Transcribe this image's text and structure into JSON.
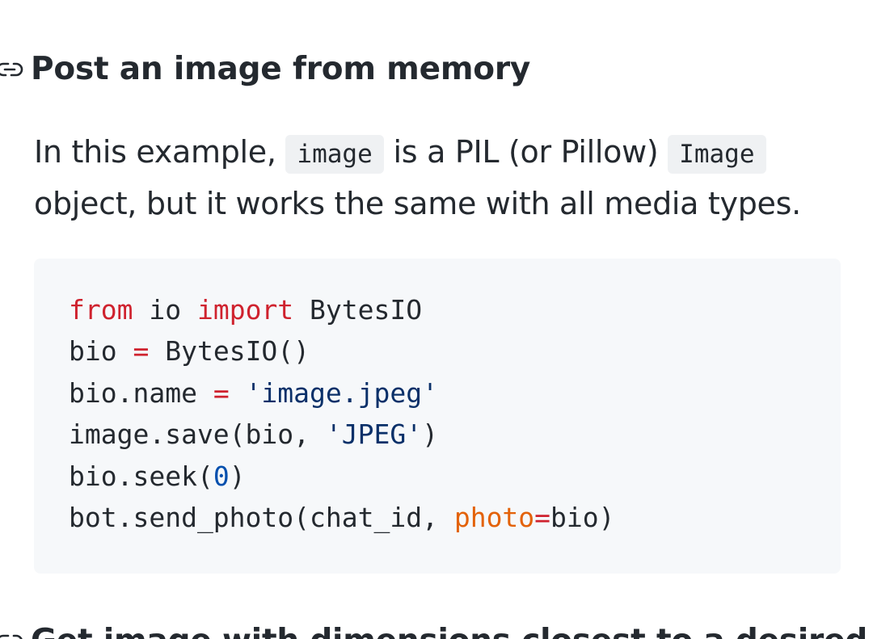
{
  "section": {
    "heading": "Post an image from memory",
    "paragraph": {
      "text_before": "In this example,",
      "code_1": "image",
      "text_middle": "is a PIL (or Pillow)",
      "code_2": "Image",
      "text_after": "object, but it works the same with all media types."
    }
  },
  "code_block": {
    "language": "python",
    "lines": [
      [
        {
          "text": "from",
          "type": "kw"
        },
        {
          "text": " io ",
          "type": "plain"
        },
        {
          "text": "import",
          "type": "kw"
        },
        {
          "text": " BytesIO",
          "type": "plain"
        }
      ],
      [
        {
          "text": "bio ",
          "type": "plain"
        },
        {
          "text": "=",
          "type": "op"
        },
        {
          "text": " BytesIO()",
          "type": "plain"
        }
      ],
      [
        {
          "text": "bio.name ",
          "type": "plain"
        },
        {
          "text": "=",
          "type": "op"
        },
        {
          "text": " ",
          "type": "plain"
        },
        {
          "text": "'image.jpeg'",
          "type": "str"
        }
      ],
      [
        {
          "text": "image.save(bio, ",
          "type": "plain"
        },
        {
          "text": "'JPEG'",
          "type": "str"
        },
        {
          "text": ")",
          "type": "plain"
        }
      ],
      [
        {
          "text": "bio.seek(",
          "type": "plain"
        },
        {
          "text": "0",
          "type": "num"
        },
        {
          "text": ")",
          "type": "plain"
        }
      ],
      [
        {
          "text": "bot.send_photo(chat_id, ",
          "type": "plain"
        },
        {
          "text": "photo",
          "type": "param"
        },
        {
          "text": "=",
          "type": "op"
        },
        {
          "text": "bio)",
          "type": "plain"
        }
      ]
    ]
  },
  "next_section": {
    "heading_partial": "Get image with dimensions closest to a desired"
  },
  "icons": {
    "anchor": "link-icon"
  },
  "colors": {
    "text": "#24292f",
    "code_bg": "#f6f8fa",
    "inline_code_bg": "#eff1f3",
    "keyword": "#cf222e",
    "string": "#0a3069",
    "number": "#0550ae",
    "param": "#e36209"
  }
}
